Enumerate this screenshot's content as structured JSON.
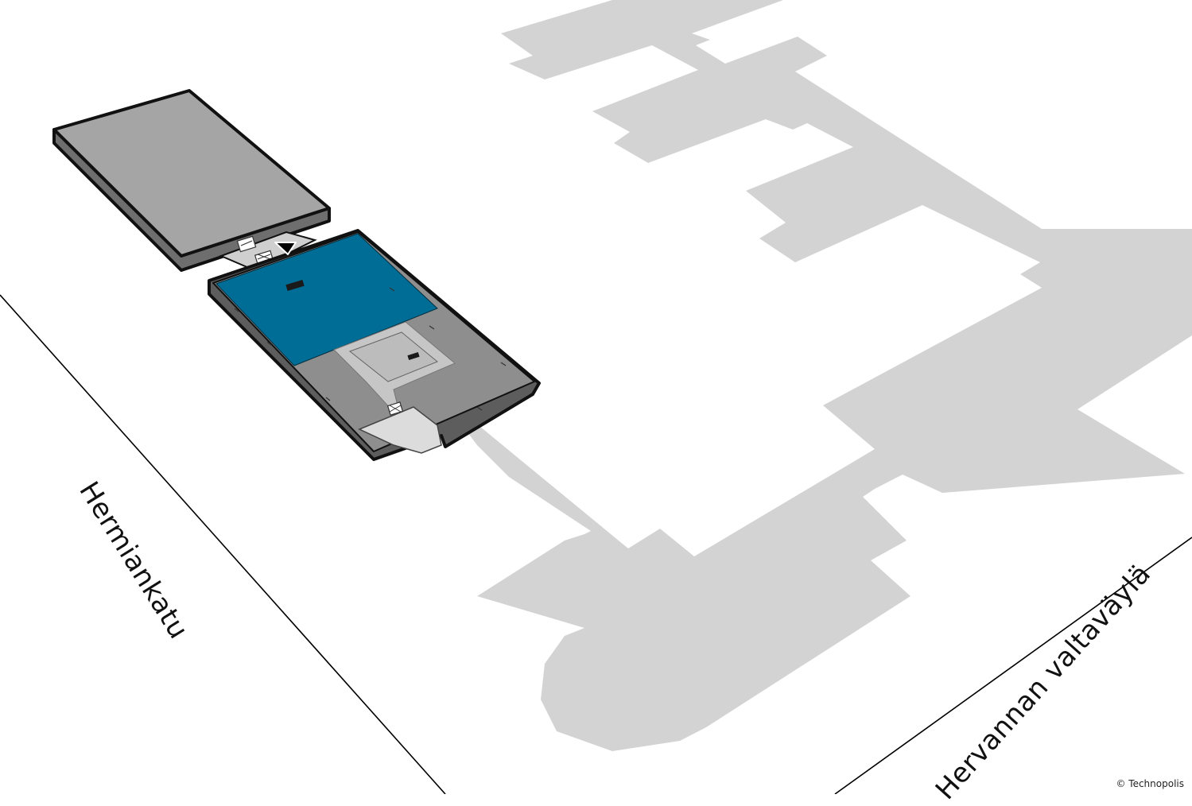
{
  "map": {
    "streets": [
      {
        "id": "hermiankatu",
        "name": "Hermiankatu"
      },
      {
        "id": "hervanta",
        "name": "Hervannan valtaväylä"
      }
    ],
    "copyright": "© Technopolis"
  },
  "style": {
    "campus_fill": "#d3d3d3",
    "building_roof": "#a5a5a5",
    "building_wall": "#7d7d7d",
    "building_outline": "#111111",
    "highlight_area": "#006d96",
    "floor_fill": "#8e8e8e",
    "corridor_fill": "#c8c8c8",
    "room_light": "#dcdcdc",
    "road_line": "#000000",
    "marker_fill": "#000000"
  }
}
